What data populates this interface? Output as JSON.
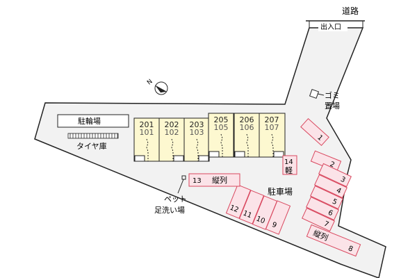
{
  "road": {
    "label": "道路",
    "entrance": "出入口"
  },
  "garbage": {
    "line1": "ゴミ",
    "line2": "置場"
  },
  "bicycle_parking": "駐輪場",
  "tire_storage": "タイヤ庫",
  "pet": {
    "line1": "ペット",
    "line2": "足洗い場"
  },
  "parking_label": "駐車場",
  "units": [
    {
      "upper": "201",
      "lower": "101"
    },
    {
      "upper": "202",
      "lower": "102"
    },
    {
      "upper": "203",
      "lower": "103"
    },
    {
      "upper": "205",
      "lower": "105"
    },
    {
      "upper": "206",
      "lower": "106"
    },
    {
      "upper": "207",
      "lower": "107"
    }
  ],
  "spaces": {
    "s1": "1",
    "s2": "2",
    "s3": "3",
    "s4": "4",
    "s5": "5",
    "s6": "6",
    "s7": "7",
    "s8_note": "縦列",
    "s8": "8",
    "s9": "9",
    "s10": "10",
    "s11": "11",
    "s12": "12",
    "s13": "13",
    "s13_note": "縦列",
    "s14": "14",
    "s14_note": "軽"
  },
  "colors": {
    "site": "#f2f2f2",
    "building": "#fdf8d0",
    "parking_fill": "#fbe3e8",
    "parking_stroke": "#d9475e"
  }
}
